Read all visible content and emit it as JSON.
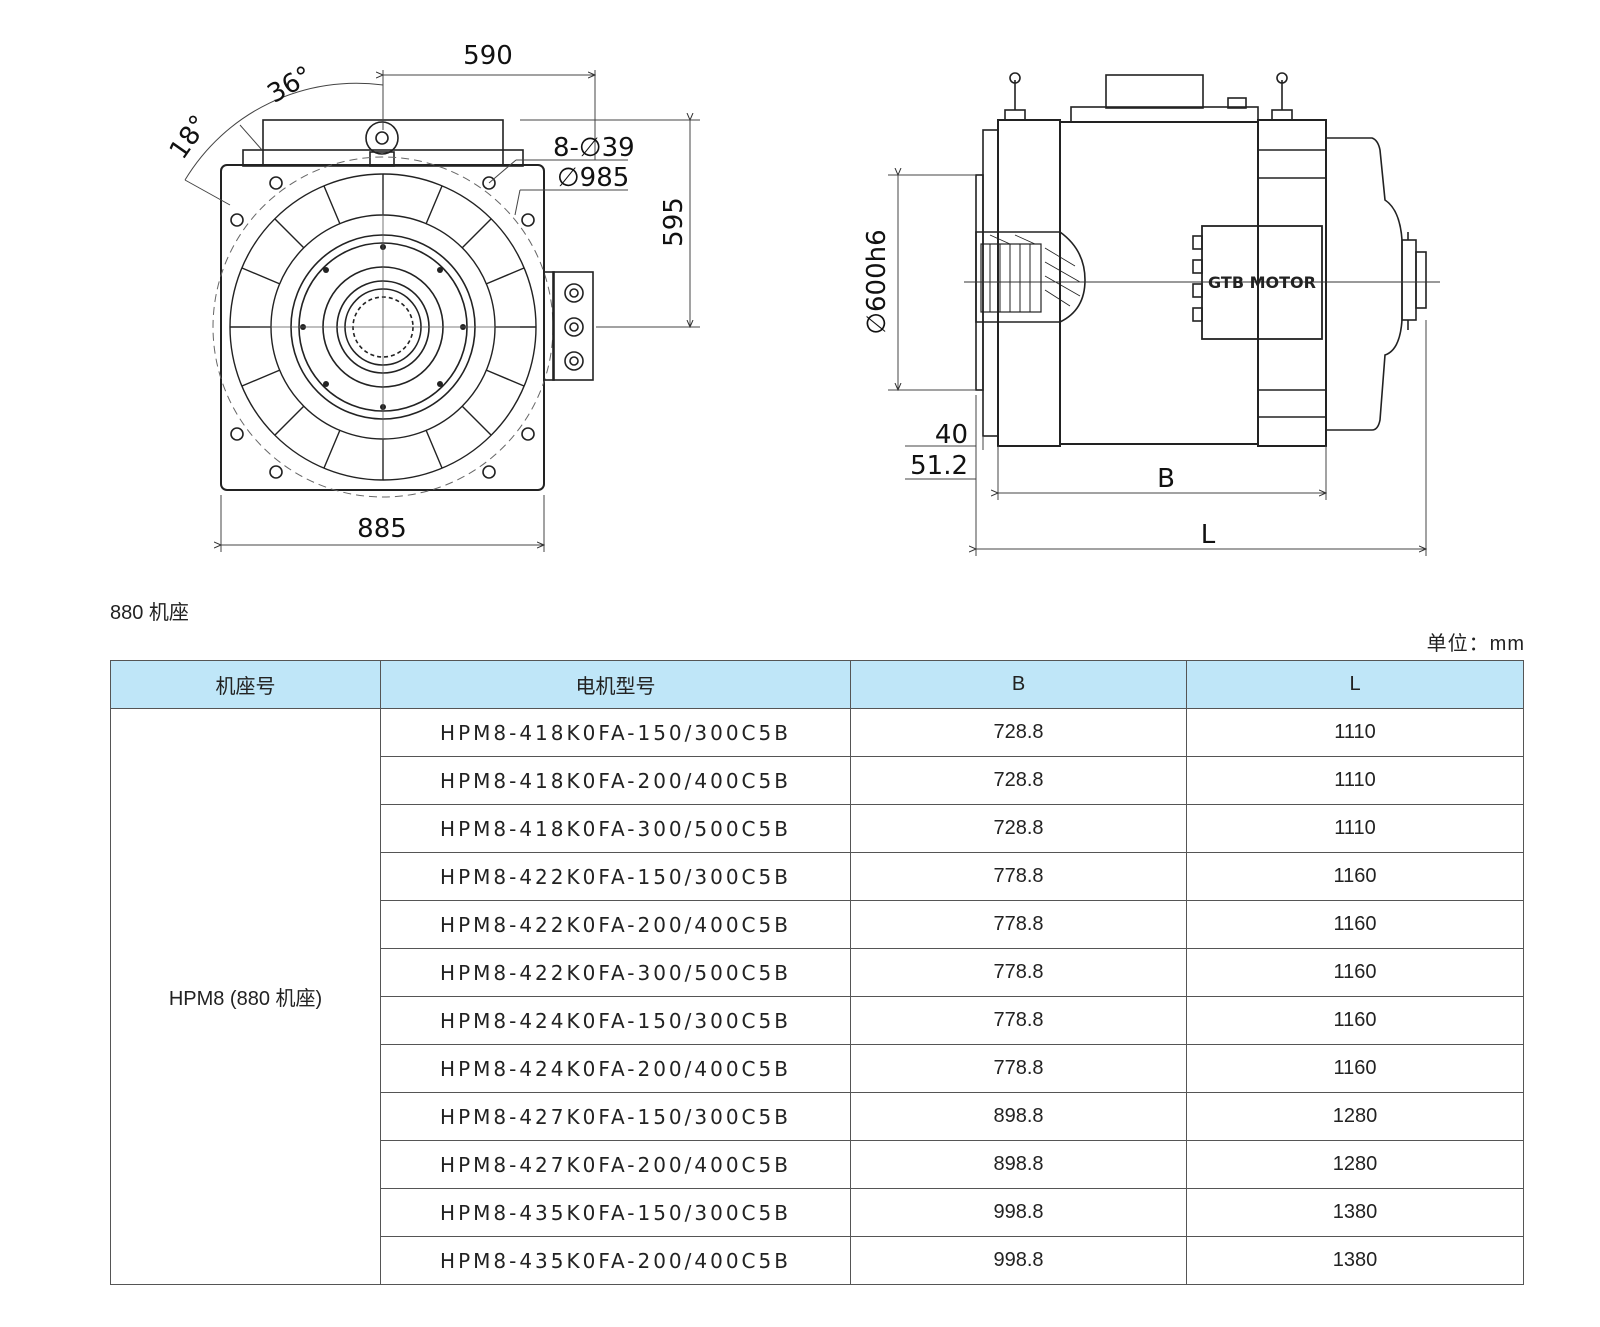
{
  "drawing": {
    "front_view": {
      "dim_width_top": "590",
      "dim_angle_36": "36°",
      "dim_angle_18": "18°",
      "dim_holes": "8-∅39",
      "dim_circle": "∅985",
      "dim_height": "595",
      "dim_width_bottom": "885"
    },
    "side_view": {
      "dim_shaft_dia": "∅600h6",
      "dim_40": "40",
      "dim_51_2": "51.2",
      "dim_B": "B",
      "dim_L": "L",
      "brand_logo": "GTB MOTOR"
    }
  },
  "caption": "880 机座",
  "unit": "单位：mm",
  "table": {
    "headers": [
      "机座号",
      "电机型号",
      "B",
      "L"
    ],
    "frame_label": "HPM8 (880 机座)",
    "rows": [
      {
        "model": "HPM8-418K0FA-150/300C5B",
        "B": "728.8",
        "L": "1110"
      },
      {
        "model": "HPM8-418K0FA-200/400C5B",
        "B": "728.8",
        "L": "1110"
      },
      {
        "model": "HPM8-418K0FA-300/500C5B",
        "B": "728.8",
        "L": "1110"
      },
      {
        "model": "HPM8-422K0FA-150/300C5B",
        "B": "778.8",
        "L": "1160"
      },
      {
        "model": "HPM8-422K0FA-200/400C5B",
        "B": "778.8",
        "L": "1160"
      },
      {
        "model": "HPM8-422K0FA-300/500C5B",
        "B": "778.8",
        "L": "1160"
      },
      {
        "model": "HPM8-424K0FA-150/300C5B",
        "B": "778.8",
        "L": "1160"
      },
      {
        "model": "HPM8-424K0FA-200/400C5B",
        "B": "778.8",
        "L": "1160"
      },
      {
        "model": "HPM8-427K0FA-150/300C5B",
        "B": "898.8",
        "L": "1280"
      },
      {
        "model": "HPM8-427K0FA-200/400C5B",
        "B": "898.8",
        "L": "1280"
      },
      {
        "model": "HPM8-435K0FA-150/300C5B",
        "B": "998.8",
        "L": "1380"
      },
      {
        "model": "HPM8-435K0FA-200/400C5B",
        "B": "998.8",
        "L": "1380"
      }
    ]
  }
}
